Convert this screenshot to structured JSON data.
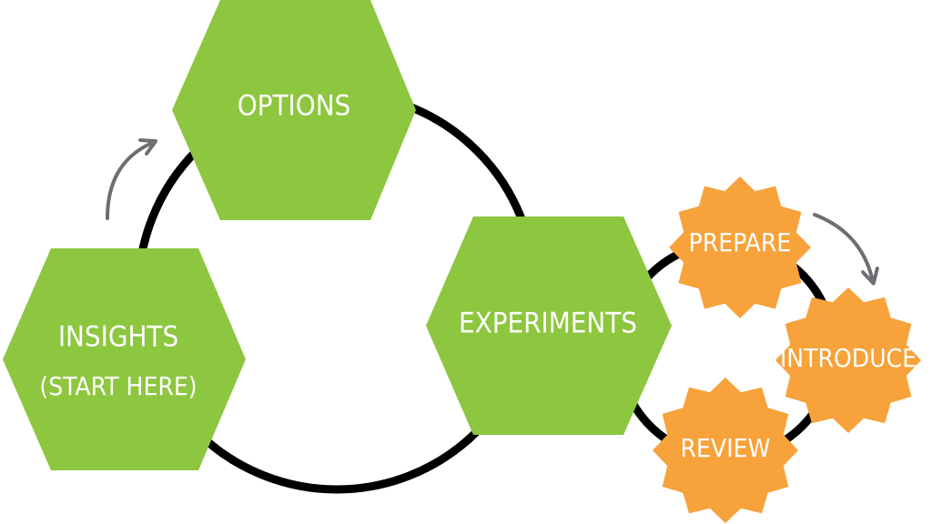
{
  "diagram": {
    "hexagons": {
      "options": {
        "label": "OPTIONS"
      },
      "insights": {
        "label": "INSIGHTS",
        "sublabel": "(START HERE)"
      },
      "experiments": {
        "label": "EXPERIMENTS"
      }
    },
    "steps": {
      "prepare": {
        "label": "PREPARE"
      },
      "introduce": {
        "label": "INTRODUCE"
      },
      "review": {
        "label": "REVIEW"
      }
    },
    "colors": {
      "hexagon": "#8DC63F",
      "step": "#F7A23A",
      "ring": "#000000",
      "arrow": "#6D6E71",
      "text": "#FFFFFF"
    }
  }
}
